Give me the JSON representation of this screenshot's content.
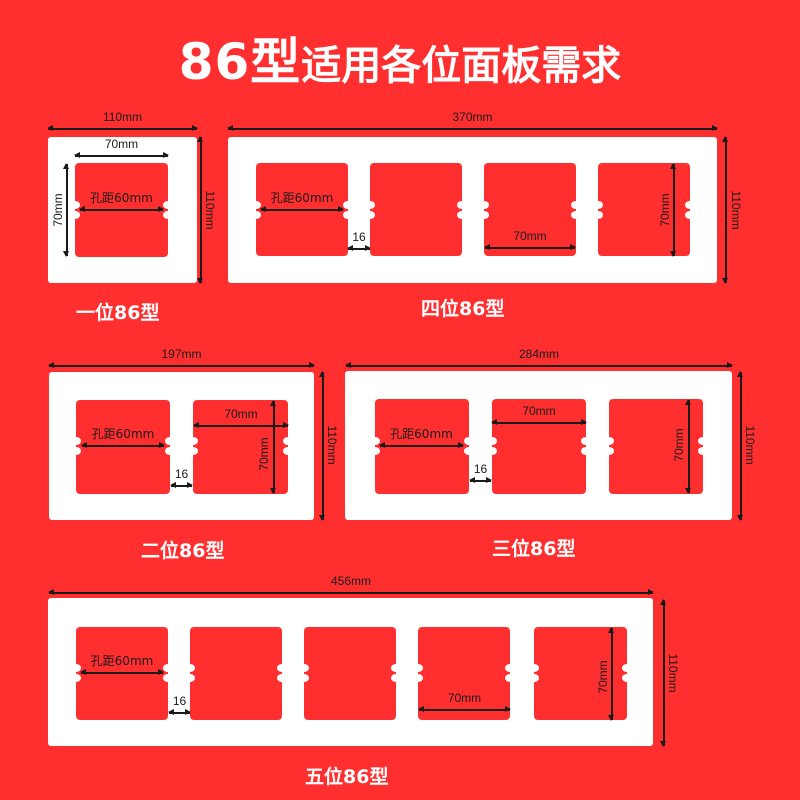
{
  "title": {
    "number": "86型",
    "text": "适用各位面板需求"
  },
  "colors": {
    "background": "#ff2f30",
    "frame": "#ffffff",
    "hole": "#ff2f30",
    "dimension": "#1a1a1a",
    "title": "#ffffff"
  },
  "labels": {
    "hole_pitch": "孔距60mm",
    "hole_size": "70mm",
    "gap": "16",
    "height": "110mm"
  },
  "panels": [
    {
      "name": "一位86型",
      "width_label": "110mm",
      "height_label": "110mm",
      "gang_count": 1
    },
    {
      "name": "四位86型",
      "width_label": "370mm",
      "height_label": "110mm",
      "gang_count": 4
    },
    {
      "name": "二位86型",
      "width_label": "197mm",
      "height_label": "110mm",
      "gang_count": 2
    },
    {
      "name": "三位86型",
      "width_label": "284mm",
      "height_label": "110mm",
      "gang_count": 3
    },
    {
      "name": "五位86型",
      "width_label": "456mm",
      "height_label": "110mm",
      "gang_count": 5
    }
  ]
}
